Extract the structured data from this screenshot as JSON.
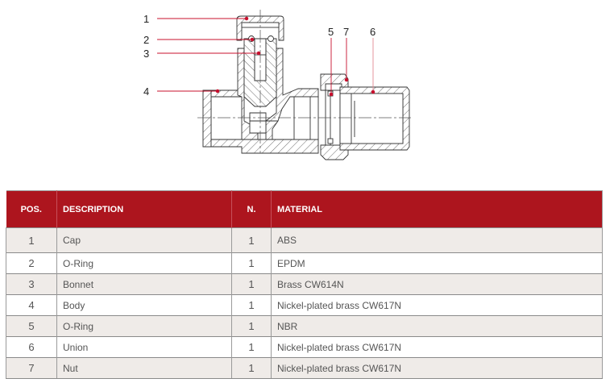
{
  "drawing": {
    "callouts": [
      "1",
      "2",
      "3",
      "4",
      "5",
      "7",
      "6"
    ],
    "accent_color": "#c8102e"
  },
  "table": {
    "header_color": "#ad151e",
    "columns": [
      "POS.",
      "DESCRIPTION",
      "N.",
      "MATERIAL"
    ],
    "rows": [
      {
        "pos": "1",
        "description": "Cap",
        "n": "1",
        "material": "ABS"
      },
      {
        "pos": "2",
        "description": "O-Ring",
        "n": "1",
        "material": "EPDM"
      },
      {
        "pos": "3",
        "description": "Bonnet",
        "n": "1",
        "material": "Brass CW614N"
      },
      {
        "pos": "4",
        "description": "Body",
        "n": "1",
        "material": "Nickel-plated brass CW617N"
      },
      {
        "pos": "5",
        "description": "O-Ring",
        "n": "1",
        "material": "NBR"
      },
      {
        "pos": "6",
        "description": "Union",
        "n": "1",
        "material": "Nickel-plated brass CW617N"
      },
      {
        "pos": "7",
        "description": "Nut",
        "n": "1",
        "material": "Nickel-plated brass CW617N"
      }
    ]
  }
}
